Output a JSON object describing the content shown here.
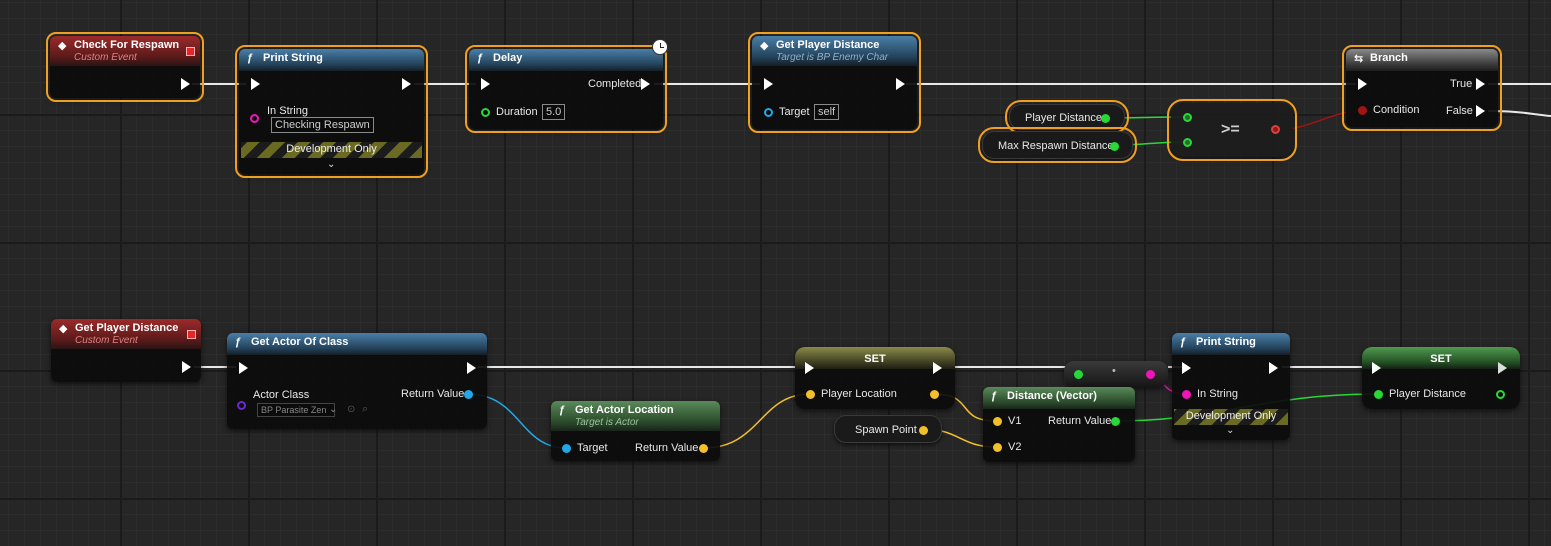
{
  "colors": {
    "exec": "#ffffff",
    "vector": "#f4c02a",
    "float": "#27d838",
    "object": "#22a8e6",
    "string": "#ee14b8",
    "class": "#6a2ad0",
    "bool": "#a01414",
    "selection": "#f0a020"
  },
  "nodes": {
    "check_for_respawn": {
      "title": "Check For Respawn",
      "subtitle": "Custom Event",
      "icon": "event-diamond-icon"
    },
    "print_string_1": {
      "title": "Print String",
      "in_string_label": "In String",
      "in_string_value": "Checking Respawn",
      "dev_only": "Development Only",
      "icon": "function-icon"
    },
    "delay": {
      "title": "Delay",
      "completed_label": "Completed",
      "duration_label": "Duration",
      "duration_value": "5.0",
      "icon": "function-icon"
    },
    "get_player_distance_call": {
      "title": "Get Player Distance",
      "subtitle": "Target is BP Enemy Char",
      "target_label": "Target",
      "target_value": "self",
      "icon": "event-diamond-icon"
    },
    "player_distance_var": {
      "label": "Player Distance"
    },
    "max_respawn_var": {
      "label": "Max Respawn Distance"
    },
    "compare": {
      "label": ">="
    },
    "branch": {
      "title": "Branch",
      "true_label": "True",
      "false_label": "False",
      "condition_label": "Condition",
      "icon": "branch-icon"
    },
    "get_player_distance_event": {
      "title": "Get Player Distance",
      "subtitle": "Custom Event",
      "icon": "event-diamond-icon"
    },
    "get_actor_of_class": {
      "title": "Get Actor Of Class",
      "actor_class_label": "Actor Class",
      "actor_class_value": "BP Parasite Zen",
      "return_label": "Return Value",
      "icon": "function-icon"
    },
    "get_actor_location": {
      "title": "Get Actor Location",
      "subtitle": "Target is Actor",
      "target_label": "Target",
      "return_label": "Return Value",
      "icon": "function-icon"
    },
    "set_player_location": {
      "title": "SET",
      "pin_label": "Player Location"
    },
    "spawn_point_var": {
      "label": "Spawn Point"
    },
    "distance_vector": {
      "title": "Distance (Vector)",
      "v1_label": "V1",
      "v2_label": "V2",
      "return_label": "Return Value",
      "icon": "function-icon"
    },
    "print_string_2": {
      "title": "Print String",
      "in_string_label": "In String",
      "dev_only": "Development Only",
      "icon": "function-icon"
    },
    "set_player_distance": {
      "title": "SET",
      "pin_label": "Player Distance"
    }
  }
}
